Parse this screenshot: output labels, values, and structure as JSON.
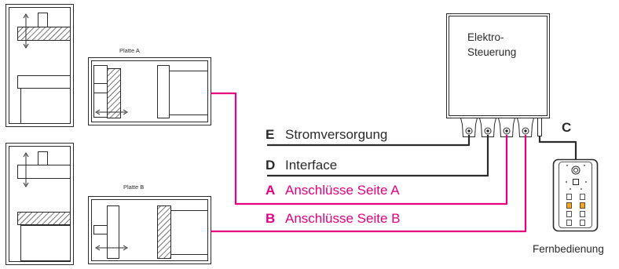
{
  "colors": {
    "dark": "#2b2b2b",
    "magenta": "#e6007e"
  },
  "plates": {
    "a_label": "Platte A",
    "b_label": "Platte B"
  },
  "controller": {
    "line1": "Elektro-",
    "line2": "Steuerung"
  },
  "lines": {
    "e": {
      "key": "E",
      "label": "Stromversorgung"
    },
    "d": {
      "key": "D",
      "label": "Interface"
    },
    "a": {
      "key": "A",
      "label": "Anschlüsse Seite A"
    },
    "b": {
      "key": "B",
      "label": "Anschlüsse Seite B"
    },
    "c": {
      "key": "C"
    }
  },
  "remote": {
    "label": "Fernbedienung"
  }
}
